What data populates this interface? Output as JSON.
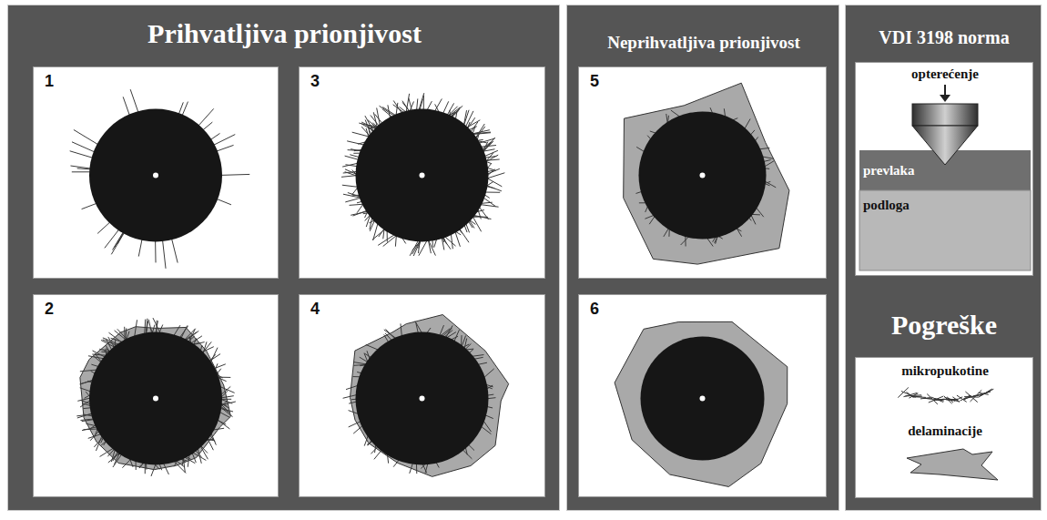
{
  "diagram": {
    "nodes": [
      {
        "text": [
          "Prihvatljiva prionjivost"
        ]
      },
      {
        "text": [
          "1"
        ],
        "in": 0
      },
      {
        "text": [
          "3"
        ],
        "in": 0
      },
      {
        "text": [
          "2"
        ],
        "in": 0
      },
      {
        "text": [
          "4"
        ],
        "in": 0
      },
      {
        "text": [
          "Neprihvatljiva prionjivost"
        ]
      },
      {
        "text": [
          "5"
        ],
        "in": 5
      },
      {
        "text": [
          "6"
        ],
        "in": 5
      },
      {
        "text": [
          "VDI 3198 norma"
        ]
      },
      {
        "text": [
          "opterećenje",
          "prevlaka",
          "podloga"
        ],
        "in": 8
      },
      {
        "text": [
          "Pogreške"
        ]
      },
      {
        "text": [
          "mikropukotine",
          "delaminacije"
        ],
        "in": 10
      }
    ]
  }
}
